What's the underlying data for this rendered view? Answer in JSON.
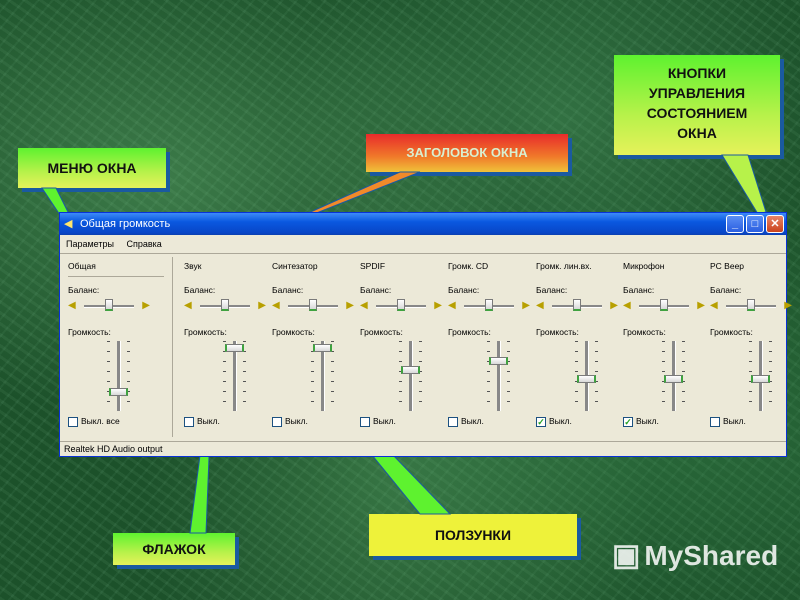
{
  "callouts": {
    "menu": "МЕНЮ ОКНА",
    "title": "ЗАГОЛОВОК ОКНА",
    "buttons": [
      "КНОПКИ",
      "УПРАВЛЕНИЯ",
      "СОСТОЯНИЕМ",
      "ОКНА"
    ],
    "flag": "ФЛАЖОК",
    "sliders": "ПОЛЗУНКИ"
  },
  "window": {
    "title": "Общая громкость",
    "menu": [
      "Параметры",
      "Справка"
    ],
    "status": "Realtek HD Audio output",
    "balance_label": "Баланс:",
    "volume_label": "Громкость:"
  },
  "channels": [
    {
      "name": "Общая",
      "mute_label": "Выкл. все",
      "muted": false,
      "balance": 0.5,
      "volume": 0.25
    },
    {
      "name": "Звук",
      "mute_label": "Выкл.",
      "muted": false,
      "balance": 0.5,
      "volume": 0.95
    },
    {
      "name": "Синтезатор",
      "mute_label": "Выкл.",
      "muted": false,
      "balance": 0.5,
      "volume": 0.95
    },
    {
      "name": "SPDIF",
      "mute_label": "Выкл.",
      "muted": false,
      "balance": 0.5,
      "volume": 0.6
    },
    {
      "name": "Громк. CD",
      "mute_label": "Выкл.",
      "muted": false,
      "balance": 0.5,
      "volume": 0.75
    },
    {
      "name": "Громк. лин.вх.",
      "mute_label": "Выкл.",
      "muted": true,
      "balance": 0.5,
      "volume": 0.45
    },
    {
      "name": "Микрофон",
      "mute_label": "Выкл.",
      "muted": true,
      "balance": 0.5,
      "volume": 0.45
    },
    {
      "name": "PC Beep",
      "mute_label": "Выкл.",
      "muted": false,
      "balance": 0.5,
      "volume": 0.45
    }
  ],
  "watermark": "MyShared",
  "colors": {
    "accent_green": "#3fa33f",
    "titlebar_blue": "#0a58e0"
  }
}
